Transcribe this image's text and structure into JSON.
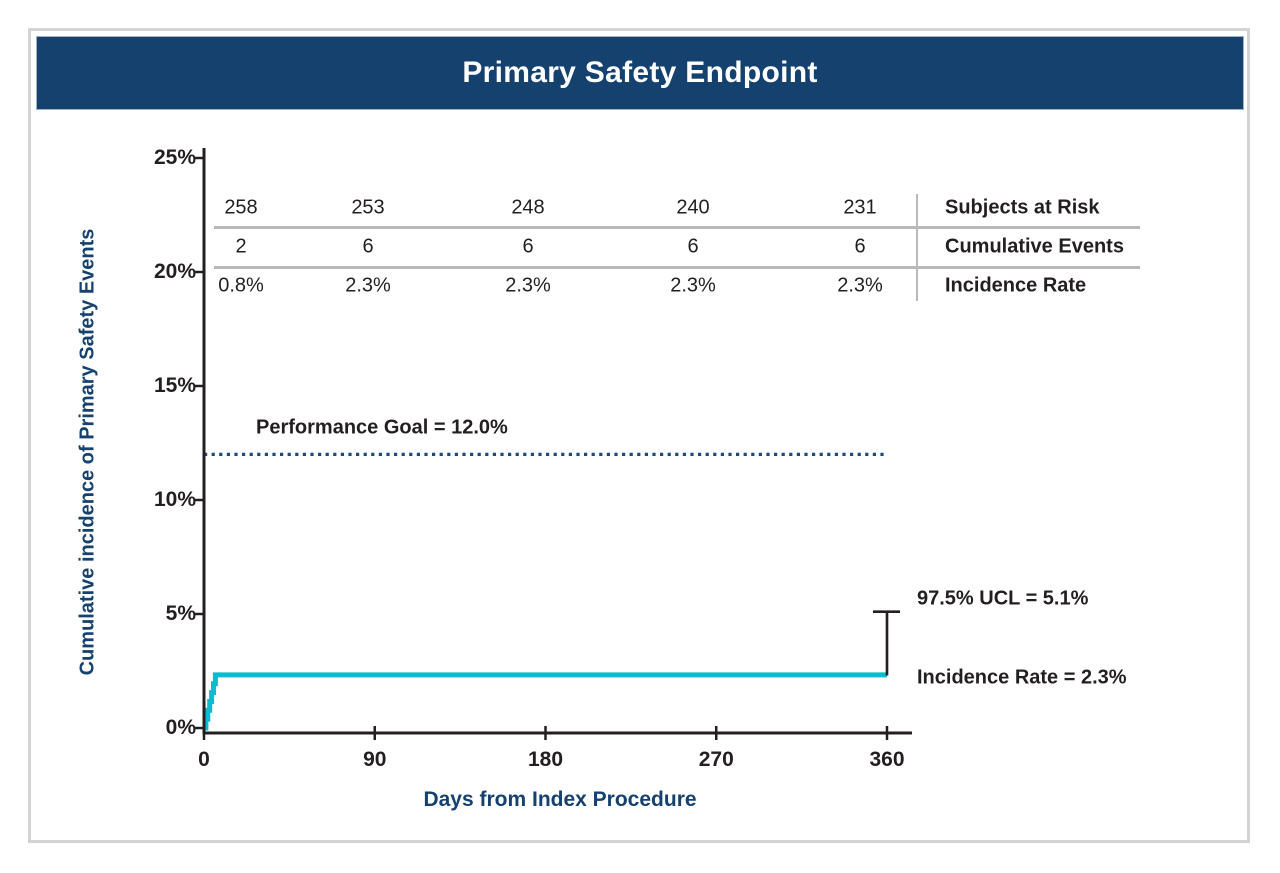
{
  "colors": {
    "navy": "#15416f",
    "cyan": "#0bbcd1",
    "axis_black": "#231f20",
    "table_line_gray": "#b7b9bb",
    "frame_gray": "#d2d3d5"
  },
  "header": {
    "title": "Primary Safety Endpoint"
  },
  "chart_data": {
    "type": "line",
    "subtype": "kaplan-meier-cumulative-incidence-step",
    "title": "Primary Safety Endpoint",
    "xlabel": "Days from Index Procedure",
    "ylabel": "Cumulative incidence of Primary Safety Events",
    "xlim": [
      0,
      360
    ],
    "ylim": [
      0,
      25
    ],
    "xticks": [
      0,
      90,
      180,
      270,
      360
    ],
    "yticks": [
      0,
      5,
      10,
      15,
      20,
      25
    ],
    "ytick_suffix": "%",
    "grid": false,
    "legend": "none",
    "series": [
      {
        "name": "Cumulative incidence of primary safety events",
        "color": "#0bbcd1",
        "style": "step-after",
        "points": [
          [
            0,
            0
          ],
          [
            1,
            0.39
          ],
          [
            2,
            0.78
          ],
          [
            3,
            1.16
          ],
          [
            4,
            1.55
          ],
          [
            5,
            1.94
          ],
          [
            6,
            2.33
          ],
          [
            360,
            2.33
          ]
        ]
      }
    ],
    "performance_goal": {
      "label": "Performance Goal = 12.0%",
      "value_pct": 12.0,
      "line_style": "dotted",
      "color": "#1a4a7e"
    },
    "ucl_whisker": {
      "label": "97.5% UCL = 5.1%",
      "x_day": 360,
      "from_pct": 2.3,
      "to_pct": 5.1
    },
    "final_annotation": {
      "label": "Incidence Rate = 2.3%",
      "value_pct": 2.3
    },
    "at_risk_table": {
      "rows": [
        {
          "label": "Subjects at Risk",
          "values": [
            "258",
            "253",
            "248",
            "240",
            "231"
          ]
        },
        {
          "label": "Cumulative Events",
          "values": [
            "2",
            "6",
            "6",
            "6",
            "6"
          ]
        },
        {
          "label": "Incidence Rate",
          "values": [
            "0.8%",
            "2.3%",
            "2.3%",
            "2.3%",
            "2.3%"
          ]
        }
      ]
    }
  }
}
